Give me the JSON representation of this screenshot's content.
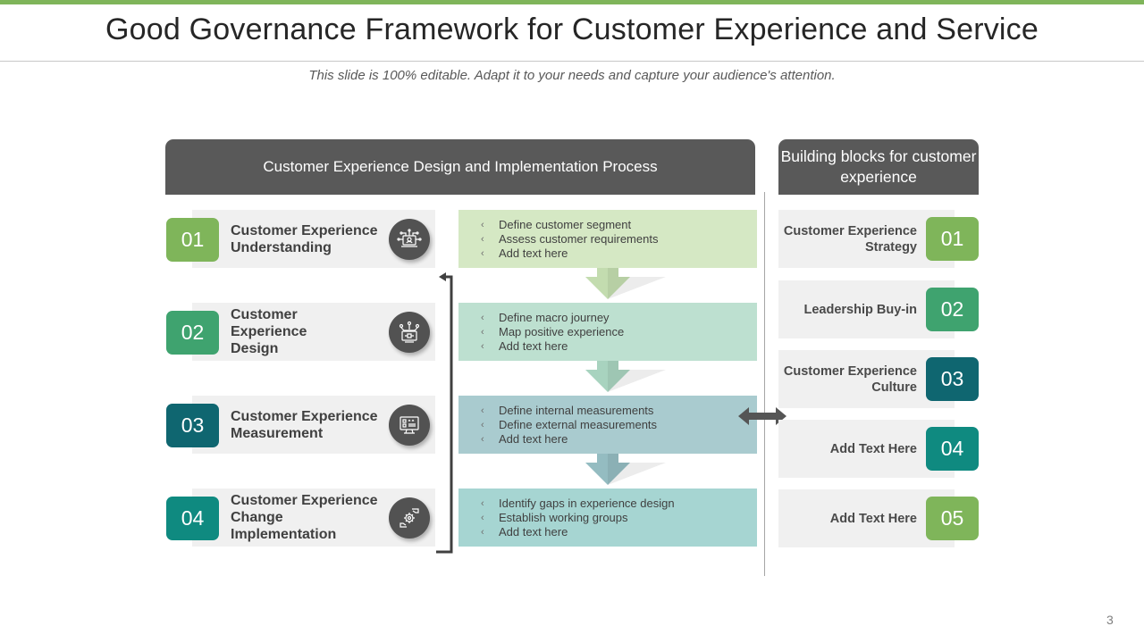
{
  "title": "Good Governance Framework for Customer Experience and Service",
  "subtitle": "This slide is 100% editable. Adapt it to your needs and capture your audience's attention.",
  "colors": {
    "top_bar": "#7fb55a",
    "header": "#595959",
    "green": "#7fb55a",
    "mid_green": "#3fa36f",
    "dark_teal": "#0f6670",
    "teal": "#0f8a80"
  },
  "process": {
    "header": "Customer Experience Design and Implementation Process",
    "steps": [
      {
        "number": "01",
        "label": "Customer Experience Understanding",
        "icon": "laptop-network-user-icon",
        "badge_color": "#7fb55a"
      },
      {
        "number": "02",
        "label": "Customer Experience Design",
        "icon": "design-network-icon",
        "badge_color": "#3fa36f"
      },
      {
        "number": "03",
        "label": "Customer Experience Measurement",
        "icon": "monitor-rating-icon",
        "badge_color": "#0f6670"
      },
      {
        "number": "04",
        "label": "Customer Experience Change Implementation",
        "icon": "hands-gear-icon",
        "badge_color": "#0f8a80"
      }
    ],
    "boxes": [
      {
        "color": "#d5e8c4",
        "arrow_color": "#c3dcaf",
        "items": [
          "Define  customer segment",
          "Assess customer requirements",
          "Add text here"
        ]
      },
      {
        "color": "#bde0d0",
        "arrow_color": "#a8d3bf",
        "items": [
          "Define  macro  journey",
          "Map positive  experience",
          "Add text here"
        ]
      },
      {
        "color": "#a9cbcf",
        "arrow_color": "#94bcc1",
        "items": [
          "Define  internal  measurements",
          "Define  external  measurements",
          "Add text here"
        ]
      },
      {
        "color": "#a6d5d2",
        "arrow_color": null,
        "items": [
          "Identify  gaps  in  experience  design",
          "Establish working  groups",
          "Add text here"
        ]
      }
    ],
    "bullet_glyph": "‹"
  },
  "building_blocks": {
    "header": "Building blocks for customer experience",
    "items": [
      {
        "number": "01",
        "label": "Customer Experience Strategy",
        "badge_color": "#7fb55a"
      },
      {
        "number": "02",
        "label": "Leadership Buy-in",
        "badge_color": "#3fa36f"
      },
      {
        "number": "03",
        "label": "Customer Experience Culture",
        "badge_color": "#0f6670"
      },
      {
        "number": "04",
        "label": "Add  Text Here",
        "badge_color": "#0f8a80"
      },
      {
        "number": "05",
        "label": "Add  Text Here",
        "badge_color": "#7fb55a"
      }
    ]
  },
  "page_number": "3"
}
